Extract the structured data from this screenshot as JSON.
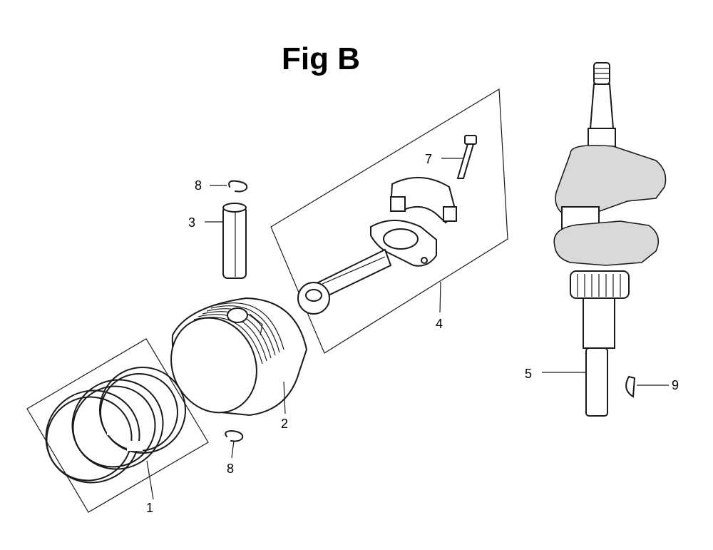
{
  "figure": {
    "title": "Fig B"
  },
  "callouts": {
    "piston_rings": "1",
    "piston": "2",
    "piston_pin": "3",
    "connecting_rod": "4",
    "crankshaft": "5",
    "rod_bolt": "7",
    "pin_clip_top": "8",
    "pin_clip_bottom": "8",
    "woodruff_key": "9"
  }
}
